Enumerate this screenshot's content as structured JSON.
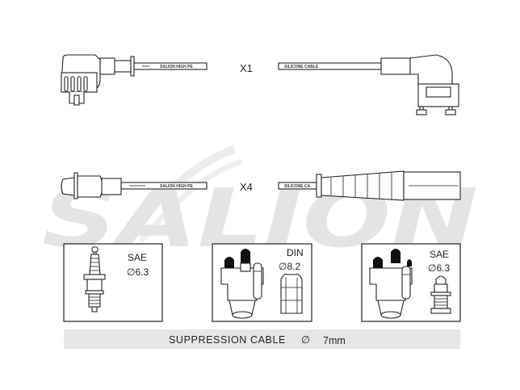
{
  "watermark": {
    "text": "SALION",
    "color": "#e4e4e4"
  },
  "cables": [
    {
      "quantity": "X1",
      "left_print": "SALION  HIGH PE",
      "right_print": "SILICONE CABLE"
    },
    {
      "quantity": "X4",
      "left_print": "SALION  HIGH PE",
      "right_print": "SILICONE CA"
    }
  ],
  "terminals": [
    {
      "standard": "SAE",
      "diameter": "∅6.3"
    },
    {
      "standard": "DIN",
      "diameter": "∅8.2"
    },
    {
      "standard": "SAE",
      "diameter": "∅6.3"
    }
  ],
  "footer": {
    "label": "SUPPRESSION CABLE",
    "symbol": "∅",
    "value": "7mm",
    "background": "#e6e6e6"
  }
}
